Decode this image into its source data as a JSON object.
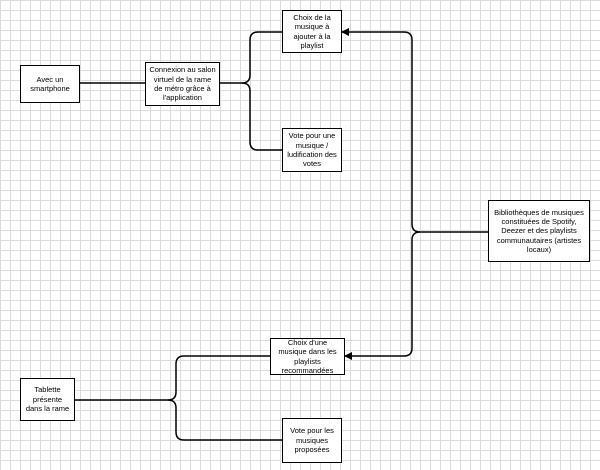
{
  "nodes": {
    "smartphone": {
      "label": "Avec un smartphone"
    },
    "connexion": {
      "label": "Connexion au salon virtuel de la rame de métro grâce à l'application"
    },
    "choix_musique": {
      "label": "Choix de la musique à ajouter à la playlist"
    },
    "vote_musique": {
      "label": "Vote pour une musique / ludification des votes"
    },
    "bibliotheques": {
      "label": "Bibliothèques de musiques constituées de Spotify, Deezer et des playlists communautaires (artistes locaux)"
    },
    "choix_playlists": {
      "label": "Choix d'une musique dans les playlists recommandées"
    },
    "tablette": {
      "label": "Tablette présente dans la rame"
    },
    "vote_proposees": {
      "label": "Vote pour les musiques proposées"
    }
  },
  "colors": {
    "line": "#000000",
    "grid": "#dcdcdc",
    "background": "#ffffff"
  }
}
